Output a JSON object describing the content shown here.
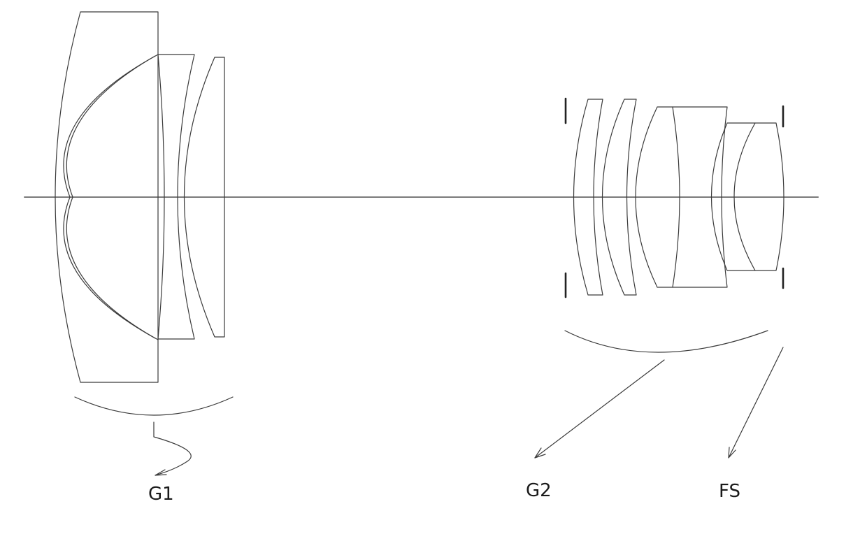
{
  "diagram": {
    "labels": {
      "g1": "G1",
      "g2": "G2",
      "fs": "FS"
    },
    "colors": {
      "line": "#3a3a3a",
      "axis": "#7a7a7a",
      "stop": "#222222",
      "background": "#ffffff"
    }
  }
}
